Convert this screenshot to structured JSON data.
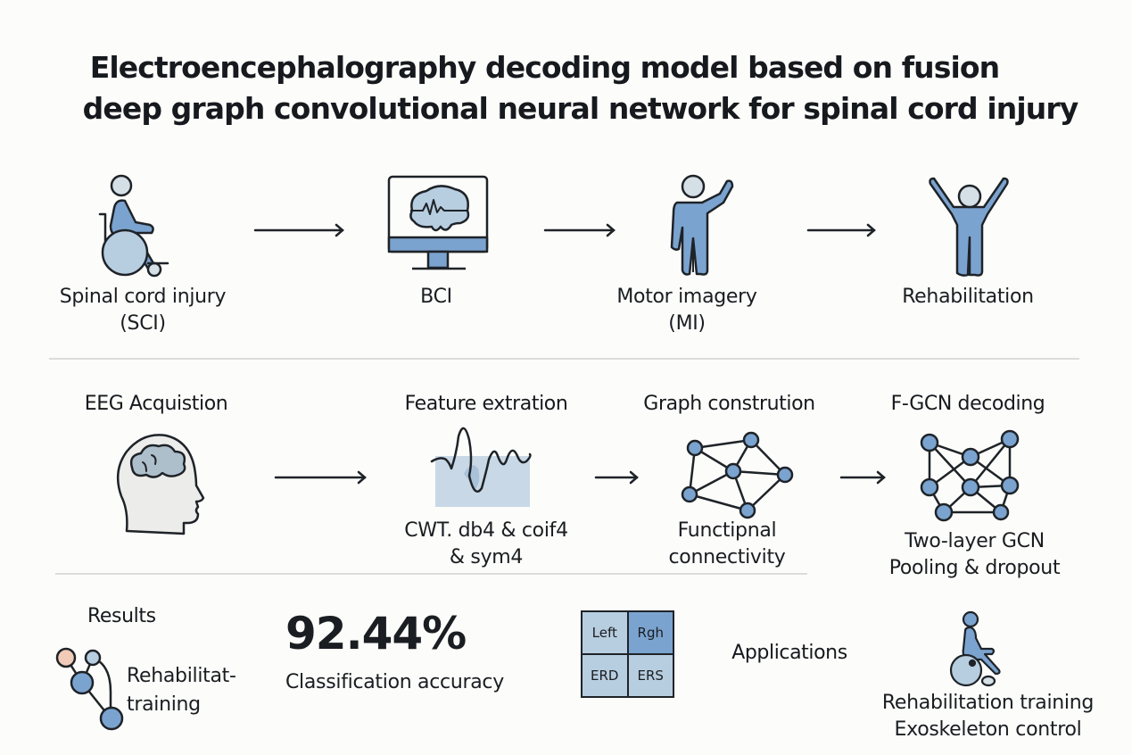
{
  "title": {
    "line1": "Electroencephalography decoding model based on fusion",
    "line2": "deep graph convolutional neural network for spinal cord injury"
  },
  "overview_flow": [
    {
      "icon": "wheelchair-user-icon",
      "label_line1": "Spinal cord injury",
      "label_line2": "(SCI)"
    },
    {
      "icon": "monitor-brain-icon",
      "label_line1": "BCI",
      "label_line2": ""
    },
    {
      "icon": "person-waving-icon",
      "label_line1": "Motor imagery",
      "label_line2": "(MI)"
    },
    {
      "icon": "person-arms-raised-icon",
      "label_line1": "Rehabilitation",
      "label_line2": ""
    }
  ],
  "pipeline": [
    {
      "heading": "EEG Acquistion",
      "icon": "head-brain-icon",
      "caption_line1": "",
      "caption_line2": ""
    },
    {
      "heading": "Feature extration",
      "icon": "waveform-icon",
      "caption_line1": "CWT. db4 & coif4",
      "caption_line2": "& sym4"
    },
    {
      "heading": "Graph constrution",
      "icon": "graph-network-icon",
      "caption_line1": "Functipnal",
      "caption_line2": "connectivity"
    },
    {
      "heading": "F-GCN decoding",
      "icon": "gcn-network-icon",
      "caption_line1": "Two-layer GCN",
      "caption_line2": "Pooling & dropout"
    }
  ],
  "results": {
    "heading": "Results",
    "icon": "node-tree-icon",
    "text_line1": "Rehabilitat-",
    "text_line2": "training",
    "accuracy_value": "92.44%",
    "accuracy_label": "Classification accuracy",
    "matrix": [
      [
        "Left",
        "Rgh"
      ],
      [
        "ERD",
        "ERS"
      ]
    ]
  },
  "applications": {
    "heading": "Applications",
    "icon": "wheelchair-user-icon",
    "line1": "Rehabilitation training",
    "line2": "Exoskeleton control"
  },
  "colors": {
    "background": "#fcfcfa",
    "icon_fill": "#7ba3cf",
    "icon_fill_light": "#b7cde0",
    "head_fill": "#d5dfe6",
    "accent_node": "#f2cbb8",
    "stroke": "#1e2328"
  }
}
